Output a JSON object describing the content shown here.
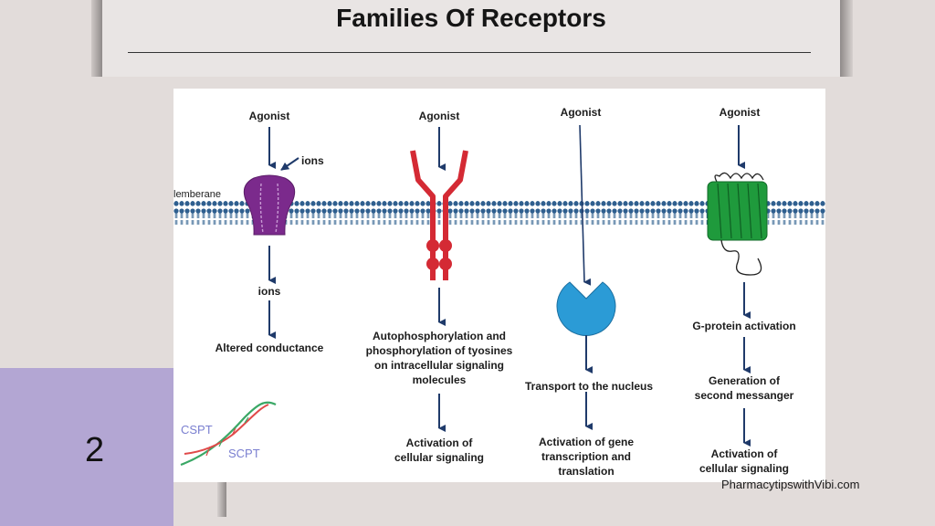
{
  "slide": {
    "title": "Families Of Receptors",
    "page_number": "2",
    "credit": "PharmacytipswithVibi.com"
  },
  "diagram": {
    "membrane_label": "lemberane",
    "receptors": [
      {
        "type": "ion-channel",
        "agonist": "Agonist",
        "ions_in": "ions",
        "ions_out": "ions",
        "effect": "Altered conductance",
        "color": "#7b2a8c"
      },
      {
        "type": "kinase-linked",
        "agonist": "Agonist",
        "step1": [
          "Autophosphorylation and",
          "phosphorylation of tyosines",
          "on intracellular signaling",
          "molecules"
        ],
        "step2": [
          "Activation of",
          "cellular signaling"
        ],
        "color": "#d42a34"
      },
      {
        "type": "nuclear",
        "agonist": "Agonist",
        "step1": "Transport to the nucleus",
        "step2": [
          "Activation of gene",
          "transcription and",
          "translation"
        ],
        "color": "#2b9bd6"
      },
      {
        "type": "g-protein-coupled",
        "agonist": "Agonist",
        "step1": "G-protein activation",
        "step2": [
          "Generation of",
          "second messanger"
        ],
        "step3": [
          "Activation of",
          "cellular signaling"
        ],
        "color": "#1f9a3c"
      }
    ]
  },
  "logo": {
    "text1": "CSPT",
    "text2": "SCPT"
  }
}
